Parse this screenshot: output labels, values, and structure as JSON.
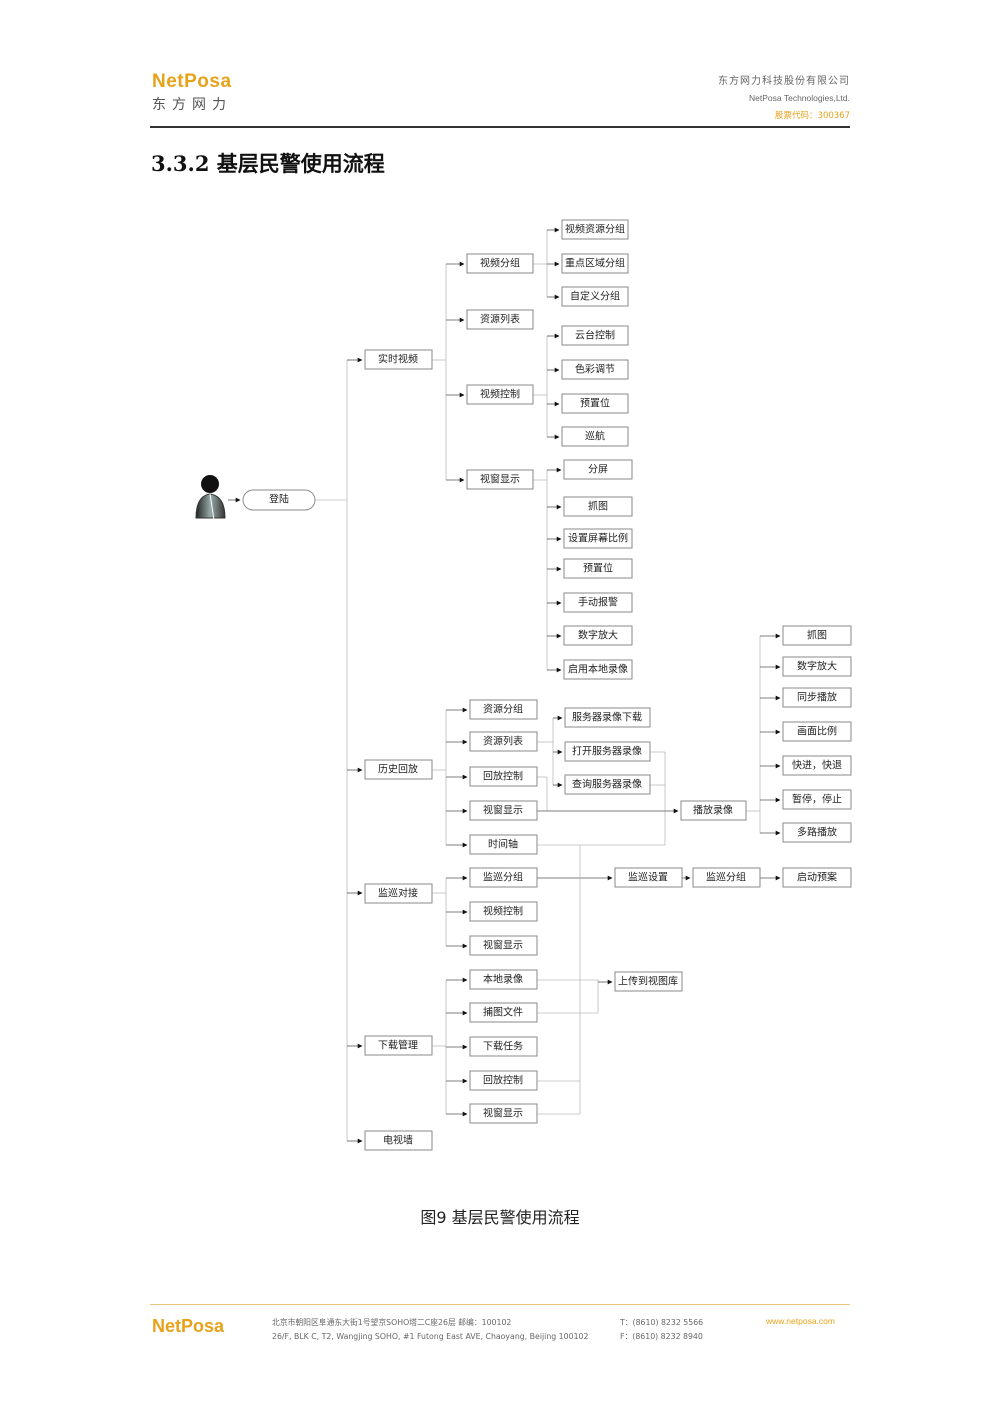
{
  "header": {
    "logo": "NetPosa",
    "logo_cn": "东方网力",
    "company_cn": "东方网力科技股份有限公司",
    "company_en": "NetPosa Technologies,Ltd.",
    "stock_code": "股票代码：300367"
  },
  "section_title": "3.3.2  基层民警使用流程",
  "diagram": {
    "login": "登陆",
    "realtime": "实时视频",
    "rt_group": "视频分组",
    "rt_group_items": [
      "视频资源分组",
      "重点区域分组",
      "自定义分组"
    ],
    "rt_reslist": "资源列表",
    "rt_ctrl": "视频控制",
    "rt_ctrl_items": [
      "云台控制",
      "色彩调节",
      "预置位",
      "巡航"
    ],
    "rt_win": "视窗显示",
    "rt_win_items": [
      "分屏",
      "抓图",
      "设置屏幕比例",
      "预置位",
      "手动报警",
      "数字放大",
      "启用本地录像"
    ],
    "history": "历史回放",
    "h_resgroup": "资源分组",
    "h_reslist": "资源列表",
    "h_reslist_items": [
      "服务器录像下载",
      "打开服务器录像",
      "查询服务器录像"
    ],
    "h_playctrl": "回放控制",
    "h_win": "视窗显示",
    "h_timeline": "时间轴",
    "playrec": "播放录像",
    "play_items": [
      "抓图",
      "数字放大",
      "同步播放",
      "画面比例",
      "快进，快退",
      "暂停，停止",
      "多路播放"
    ],
    "patrol": "监巡对接",
    "p_group": "监巡分组",
    "p_ctrl": "视频控制",
    "p_win": "视窗显示",
    "p_setting": "监巡设置",
    "p_group2": "监巡分组",
    "p_plan": "启动预案",
    "upload": "上传到视图库",
    "download": "下载管理",
    "d_items": [
      "本地录像",
      "捕图文件",
      "下载任务",
      "回放控制",
      "视窗显示"
    ],
    "tvwall": "电视墙"
  },
  "caption": "图9  基层民警使用流程",
  "footer": {
    "logo": "NetPosa",
    "addr_cn": "北京市朝阳区阜通东大街1号望京SOHO塔二C座26层   邮编：100102",
    "addr_en": "26/F, BLK C, T2, Wangjing SOHO, #1 Futong East AVE, Chaoyang, Beijing 100102",
    "tel": "T：(8610) 8232 5566",
    "fax": "F：(8610) 8232 8940",
    "web": "www.netposa.com"
  }
}
